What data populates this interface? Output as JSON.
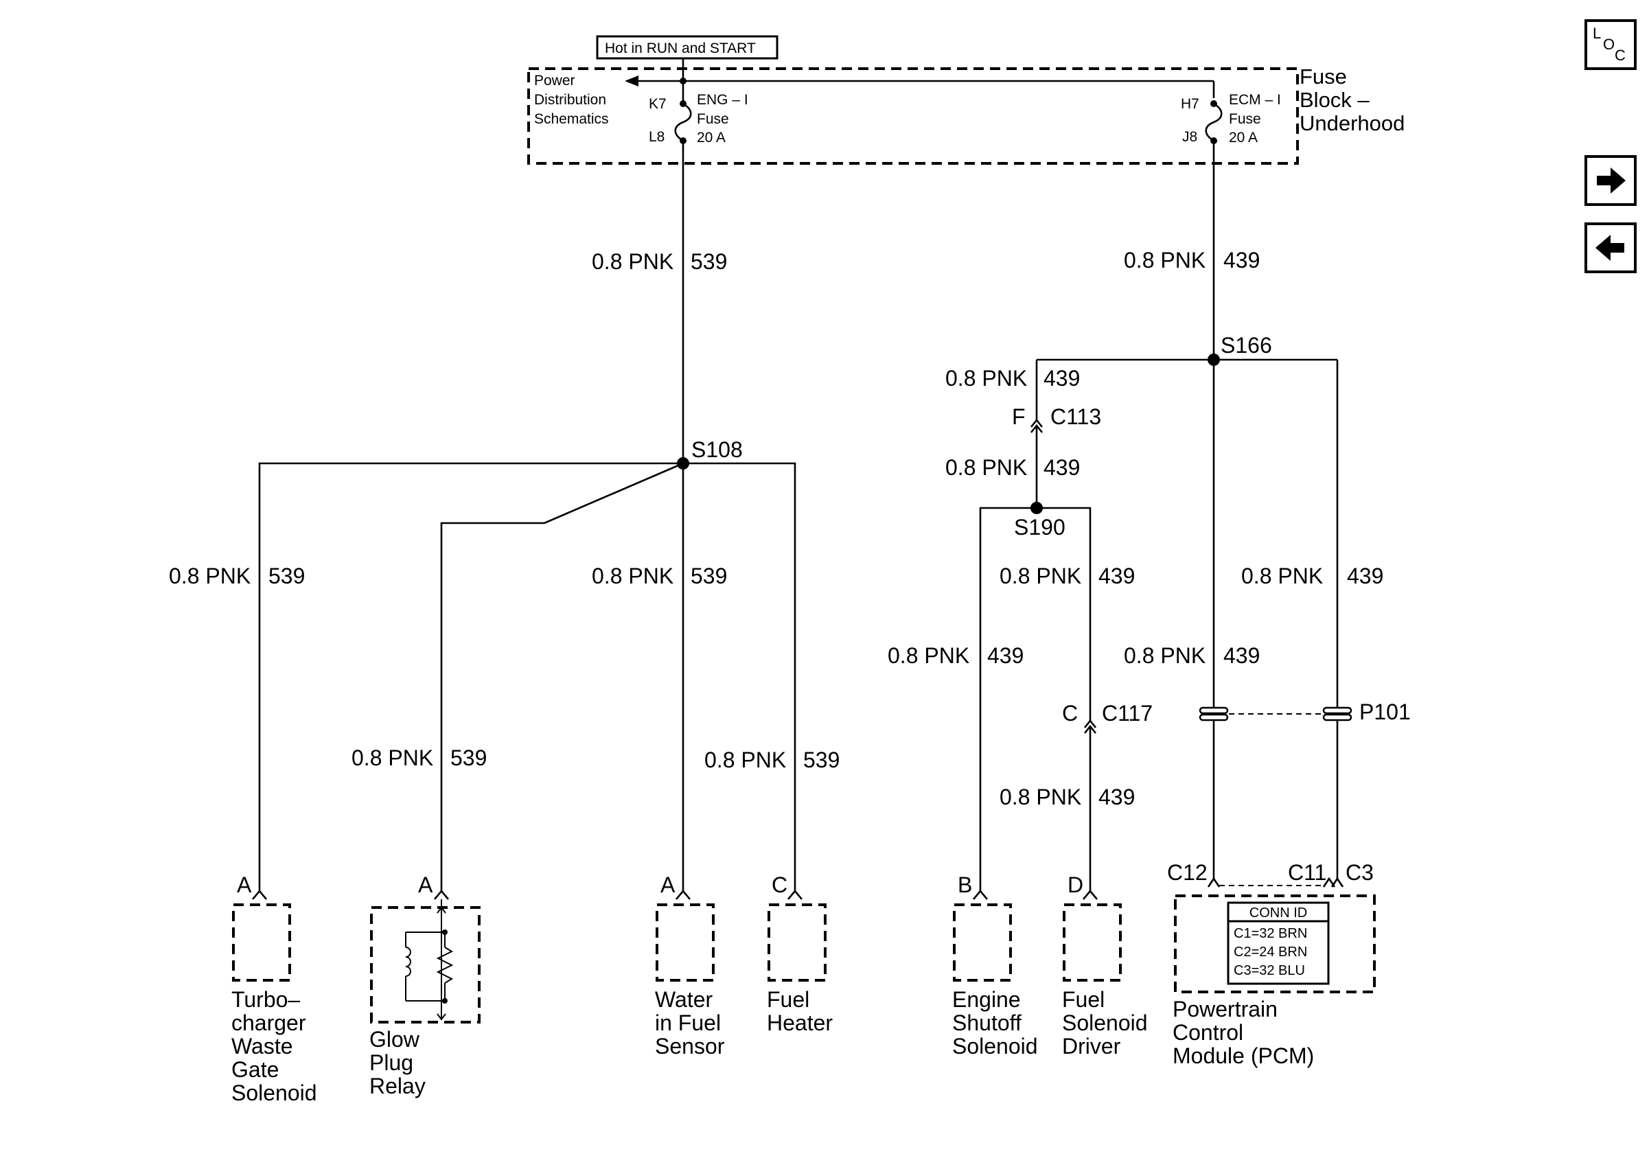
{
  "power": {
    "hot_label": "Hot in RUN and START",
    "pds_line1": "Power",
    "pds_line2": "Distribution",
    "pds_line3": "Schematics",
    "fuse_block_line1": "Fuse",
    "fuse_block_line2": "Block –",
    "fuse_block_line3": "Underhood",
    "fuse_eng": {
      "in": "K7",
      "out": "L8",
      "name": "ENG – I",
      "type": "Fuse",
      "rating": "20 A"
    },
    "fuse_ecm": {
      "in": "H7",
      "out": "J8",
      "name": "ECM – I",
      "type": "Fuse",
      "rating": "20 A"
    }
  },
  "wire": {
    "pnk": "0.8 PNK",
    "c539": "539",
    "c439": "439"
  },
  "splices": {
    "s108": "S108",
    "s166": "S166",
    "s190": "S190"
  },
  "connectors": {
    "c113": "C113",
    "c113_pin": "F",
    "c117": "C117",
    "c117_pin": "C",
    "p101": "P101"
  },
  "components": {
    "turbo": {
      "pin": "A",
      "l1": "Turbo–",
      "l2": "charger",
      "l3": "Waste",
      "l4": "Gate",
      "l5": "Solenoid"
    },
    "glow": {
      "pin": "A",
      "l1": "Glow",
      "l2": "Plug",
      "l3": "Relay"
    },
    "water": {
      "pin": "A",
      "l1": "Water",
      "l2": "in Fuel",
      "l3": "Sensor"
    },
    "heater": {
      "pin": "C",
      "l1": "Fuel",
      "l2": "Heater"
    },
    "shutoff": {
      "pin": "B",
      "l1": "Engine",
      "l2": "Shutoff",
      "l3": "Solenoid"
    },
    "driver": {
      "pin": "D",
      "l1": "Fuel",
      "l2": "Solenoid",
      "l3": "Driver"
    },
    "pcm": {
      "pin1": "C12",
      "pin2": "C11",
      "pin3": "C3",
      "l1": "Powertrain",
      "l2": "Control",
      "l3": "Module (PCM)",
      "conn_title": "CONN ID",
      "conn_rows": [
        "C1=32 BRN",
        "C2=24 BRN",
        "C3=32 BLU"
      ]
    }
  },
  "nav": {
    "loc_l": "L",
    "loc_o": "O",
    "loc_c": "C",
    "icons": [
      "loc-icon",
      "arrow-right-icon",
      "arrow-left-icon"
    ]
  }
}
